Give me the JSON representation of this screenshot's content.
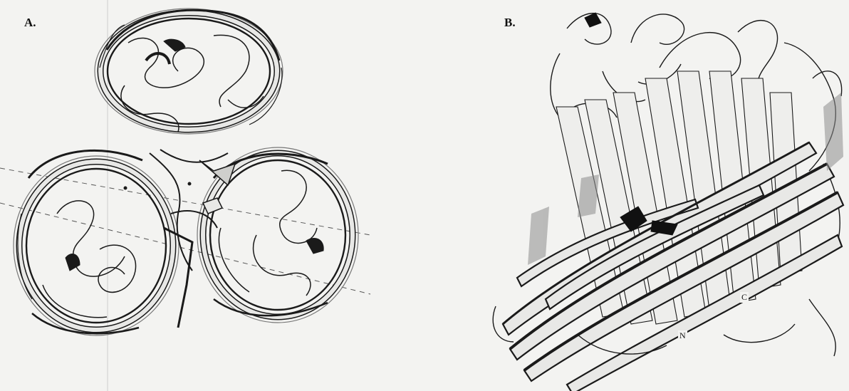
{
  "panels": {
    "a": {
      "label": "A."
    },
    "b": {
      "label": "B.",
      "n_terminus": "N",
      "c_terminus": "C"
    }
  },
  "colors": {
    "ink": "#1a1a1a",
    "ribbon_fill": "#e8e8e6",
    "shade": "#8c8c8c",
    "background": "#f3f3f1"
  }
}
